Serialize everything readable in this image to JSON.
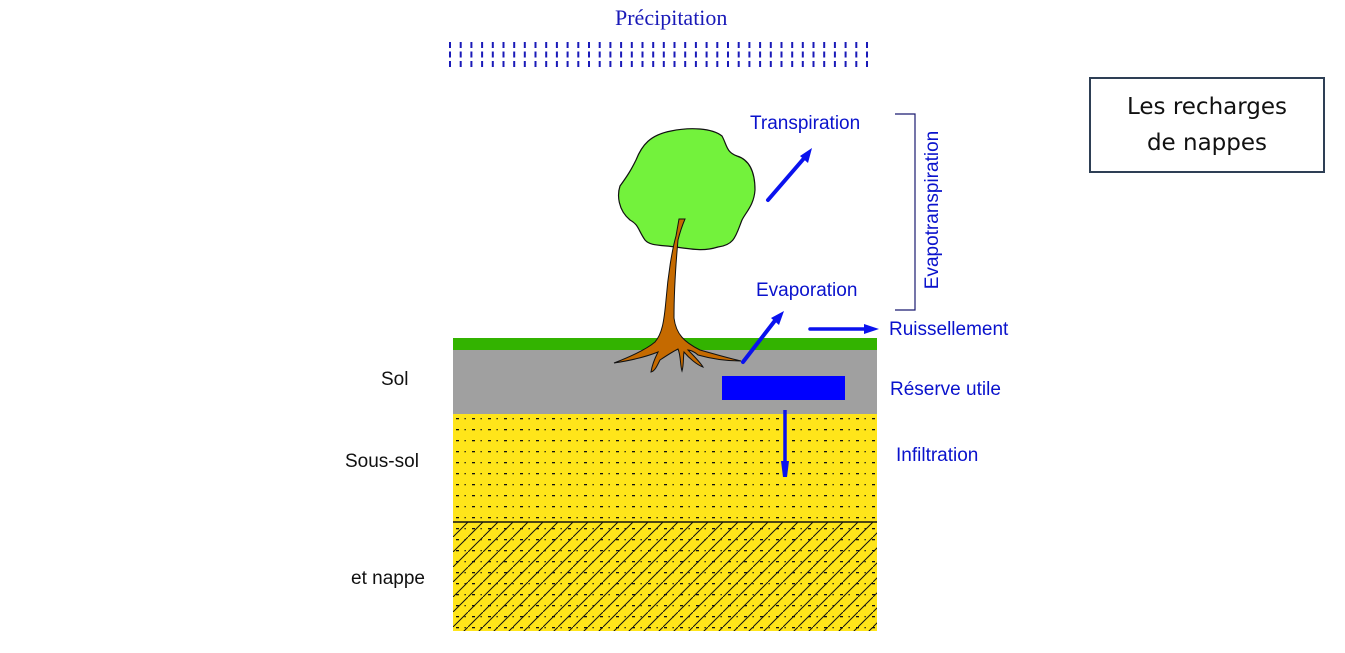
{
  "title_box": {
    "line1": "Les recharges",
    "line2": "de nappes",
    "border_color": "#2e3f55"
  },
  "precipitation": {
    "label": "Précipitation",
    "rows": 3,
    "drops_per_row": 40,
    "color": "#1a1ab8"
  },
  "processes": {
    "transpiration": "Transpiration",
    "evaporation": "Evaporation",
    "evapotranspiration": "Evapotranspiration",
    "ruissellement": "Ruissellement",
    "reserve_utile": "Réserve utile",
    "infiltration": "Infiltration"
  },
  "layers": [
    {
      "label": "Sol",
      "color": "#a0a0a0",
      "pattern": "plain"
    },
    {
      "label": "Sous-sol",
      "color": "#ffe51a",
      "pattern": "dots"
    },
    {
      "label": "et nappe",
      "color": "#ffe51a",
      "pattern": "hatched-dots"
    }
  ],
  "colors": {
    "arrow": "#0a12ee",
    "label_blue": "#0a12cc",
    "grass": "#33b300",
    "soil": "#a0a0a0",
    "subsoil": "#ffe51a",
    "foliage": "#73f23c",
    "trunk": "#c56a00",
    "reserve": "#0000ff"
  }
}
